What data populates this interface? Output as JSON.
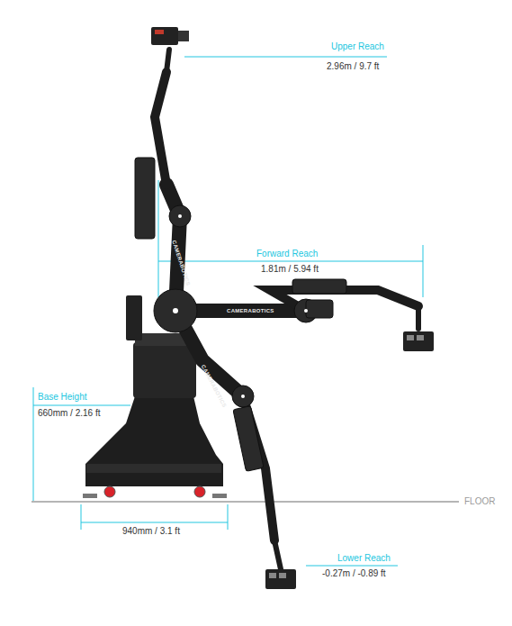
{
  "diagram": {
    "labels": [
      "Upper Reach",
      "2.96m / 9.7 ft",
      "Forward Reach",
      "1.81m / 5.94 ft",
      "Base Height",
      "660mm / 2.16 ft",
      "940mm / 3.1 ft",
      "FLOOR",
      "Lower Reach",
      "-0.27m / -0.89 ft",
      "CAMERABOTICS",
      "CAMERABOTICS",
      "CAMERABOTICS"
    ]
  }
}
